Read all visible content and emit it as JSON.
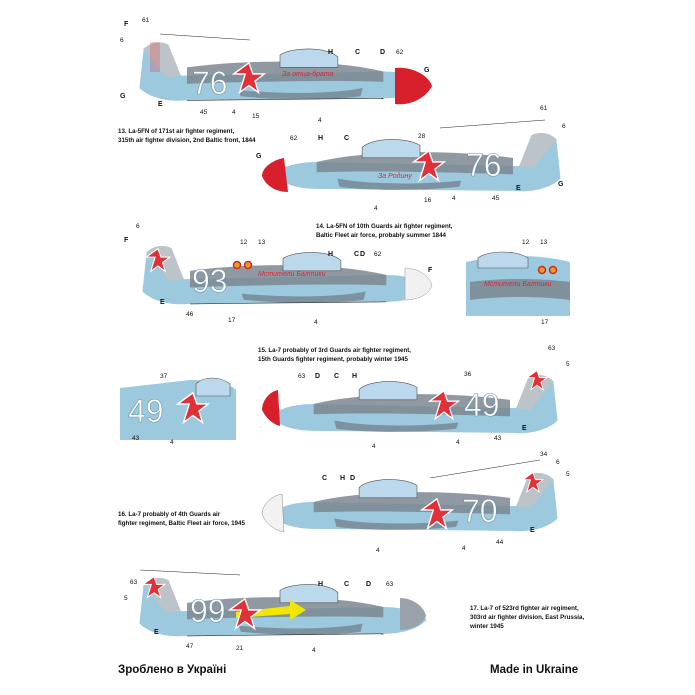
{
  "colors": {
    "light_blue": "#9cc9de",
    "light_grey": "#bcc3c9",
    "dark_grey": "#7c8791",
    "mid_grey": "#9aa3ab",
    "star_red": "#e03038",
    "spinner_red": "#d8202c",
    "yellow_arrow": "#f2e600"
  },
  "captions": [
    {
      "num": "13.",
      "lines": [
        "La-5FN of 171st air fighter regiment,",
        "315th air fighter division, 2nd Baltic front, 1844"
      ]
    },
    {
      "num": "14.",
      "lines": [
        "La-5FN of 10th Guards air fighter regiment,",
        "Baltic Fleet air force, probably summer 1844"
      ]
    },
    {
      "num": "15.",
      "lines": [
        "La-7 probably of 3rd Guards air fighter regiment,",
        "15th Guards fighter regiment, probably winter 1945"
      ]
    },
    {
      "num": "16.",
      "lines": [
        "La-7 probably of 4th Guards air",
        "fighter regiment, Baltic Fleet air force, 1945"
      ]
    },
    {
      "num": "17.",
      "lines": [
        "La-7 of 523rd fighter air regiment,",
        "303rd air fighter division, East Prussia,",
        "winter 1945"
      ]
    }
  ],
  "footer": {
    "left": "Зроблено в Україні",
    "right": "Made in Ukraine"
  },
  "aircraft": [
    {
      "tactical": "76",
      "inscription": "За отца-брата",
      "callouts": [
        "F",
        "61",
        "6",
        "G",
        "E",
        "45",
        "4",
        "15",
        "H",
        "C",
        "D",
        "62",
        "G",
        "4"
      ]
    },
    {
      "tactical": "76",
      "inscription": "За Родину",
      "callouts": [
        "G",
        "62",
        "H",
        "C",
        "28",
        "61",
        "6",
        "G",
        "E",
        "45",
        "16",
        "4",
        "4"
      ]
    },
    {
      "tactical": "93",
      "inscription": "Мстители Балтики",
      "callouts": [
        "6",
        "F",
        "12",
        "13",
        "H",
        "C",
        "D",
        "62",
        "F",
        "E",
        "46",
        "17",
        "4"
      ]
    },
    {
      "tactical": "",
      "inscription": "Мстители Балтики",
      "callouts": [
        "12",
        "13",
        "17"
      ]
    },
    {
      "tactical": "49",
      "inscription": "",
      "callouts": [
        "37",
        "4",
        "43"
      ]
    },
    {
      "tactical": "49",
      "inscription": "",
      "callouts": [
        "63",
        "D",
        "C",
        "H",
        "36",
        "63",
        "5",
        "4",
        "43",
        "E",
        "4"
      ]
    },
    {
      "tactical": "70",
      "inscription": "",
      "callouts": [
        "C",
        "H",
        "D",
        "34",
        "6",
        "5",
        "E",
        "44",
        "4",
        "4"
      ]
    },
    {
      "tactical": "99",
      "inscription": "",
      "callouts": [
        "63",
        "5",
        "H",
        "C",
        "D",
        "63",
        "E",
        "47",
        "21",
        "4"
      ]
    }
  ]
}
